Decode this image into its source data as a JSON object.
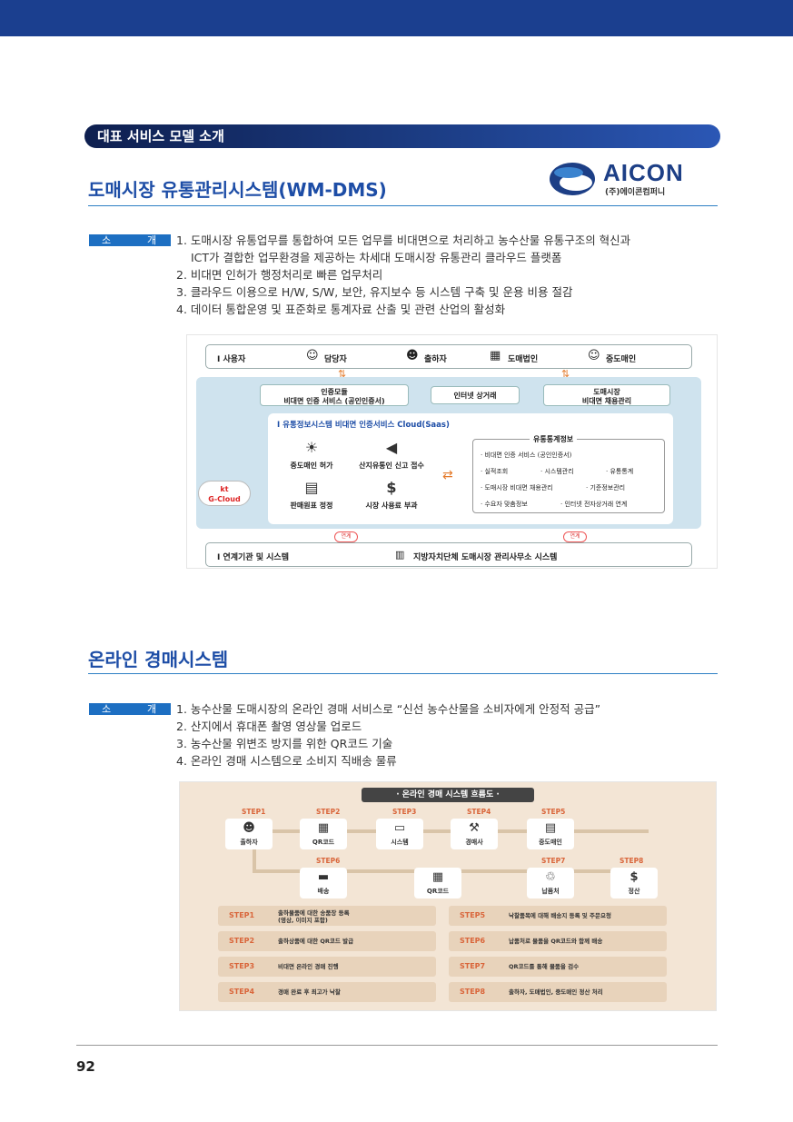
{
  "section_tag": "대표 서비스 모델 소개",
  "logo": {
    "name": "AICON",
    "sub": "(주)에이콘컴퍼니"
  },
  "section1": {
    "title": "도매시장 유통관리시스템(WM-DMS)",
    "badge_a": "소",
    "badge_b": "개",
    "items": [
      "1. 도매시장 유통업무를 통합하여 모든 업무를 비대면으로 처리하고 농수산물 유통구조의 혁신과",
      "ICT가 결합한 업무환경을 제공하는 차세대 도매시장 유통관리 클라우드 플랫폼",
      "2. 비대면 인허가 행정처리로 빠른 업무처리",
      "3. 클라우드 이용으로 H/W, S/W, 보안, 유지보수 등 시스템 구축 및 운용 비용 절감",
      "4. 데이터 통합운영 및 표준화로 통계자료 산출 및 관련 산업의 활성화"
    ],
    "diagram": {
      "users_label": "I 사용자",
      "users": [
        "담당자",
        "출하자",
        "도매법인",
        "중도매인"
      ],
      "cert_module": [
        "인증모듈",
        "비대면 인증 서비스 (공인인증서)"
      ],
      "internet_trade": "인터넷 상거래",
      "wholesale_mgmt": [
        "도매시장",
        "비대면 채용관리"
      ],
      "cloud_title": "I 유통정보시스템 비대면 인증서비스 Cloud(Saas)",
      "services": [
        "중도매인 허가",
        "산지유통인 신고 접수",
        "판매원표 정정",
        "시장 사용료 부과"
      ],
      "info_title": "유통통계정보",
      "info_items": [
        "· 비대면 인증 서비스 (공인인증서)",
        "· 실적조회",
        "· 시스템관리",
        "· 유통통계",
        "· 도매시장 비대면 채용관리",
        "· 기준정보관리",
        "· 수요자 맞춤정보",
        "· 인터넷 전자상거래 연계"
      ],
      "link_badge": "연계",
      "gcloud": [
        "kt",
        "G-Cloud"
      ],
      "bottom_label": "I 연계기관 및 시스템",
      "bottom_value": "지방자치단체 도매시장 관리사무소 시스템"
    }
  },
  "section2": {
    "title": "온라인 경매시스템",
    "badge_a": "소",
    "badge_b": "개",
    "items": [
      "1. 농수산물 도매시장의 온라인 경매 서비스로 “신선 농수산물을 소비자에게 안정적 공급”",
      "2. 산지에서 휴대폰 촬영 영상물 업로드",
      "3. 농수산물 위변조 방지를 위한 QR코드 기술",
      "4. 온라인 경매 시스템으로 소비지 직배송 물류"
    ],
    "flow": {
      "header": "· 온라인 경매 시스템 흐름도 ·",
      "top_steps": [
        "STEP1",
        "STEP2",
        "STEP3",
        "STEP4",
        "STEP5"
      ],
      "top_nodes": [
        "출하자",
        "QR코드",
        "시스템",
        "경매사",
        "중도매인"
      ],
      "bottom_steps": [
        "STEP6",
        "STEP7",
        "STEP8"
      ],
      "bottom_nodes": [
        "배송",
        "QR코드",
        "납품처",
        "정산"
      ],
      "cards": [
        {
          "k": "STEP1",
          "v": "출하물품에 대한 송품장 등록\n(영상, 이미지 포함)"
        },
        {
          "k": "STEP2",
          "v": "출하상품에 대한 QR코드 발급"
        },
        {
          "k": "STEP3",
          "v": "비대면 온라인 경매 진행"
        },
        {
          "k": "STEP4",
          "v": "경매 완료 후 최고가 낙찰"
        },
        {
          "k": "STEP5",
          "v": "낙찰품목에 대해 배송지 등록 및 주문요청"
        },
        {
          "k": "STEP6",
          "v": "납품처로 물품을 QR코드와 함께 배송"
        },
        {
          "k": "STEP7",
          "v": "QR코드를 통해 물품을 검수"
        },
        {
          "k": "STEP8",
          "v": "출하자, 도매법인, 중도매인 정산 처리"
        }
      ]
    }
  },
  "page_number": "92"
}
